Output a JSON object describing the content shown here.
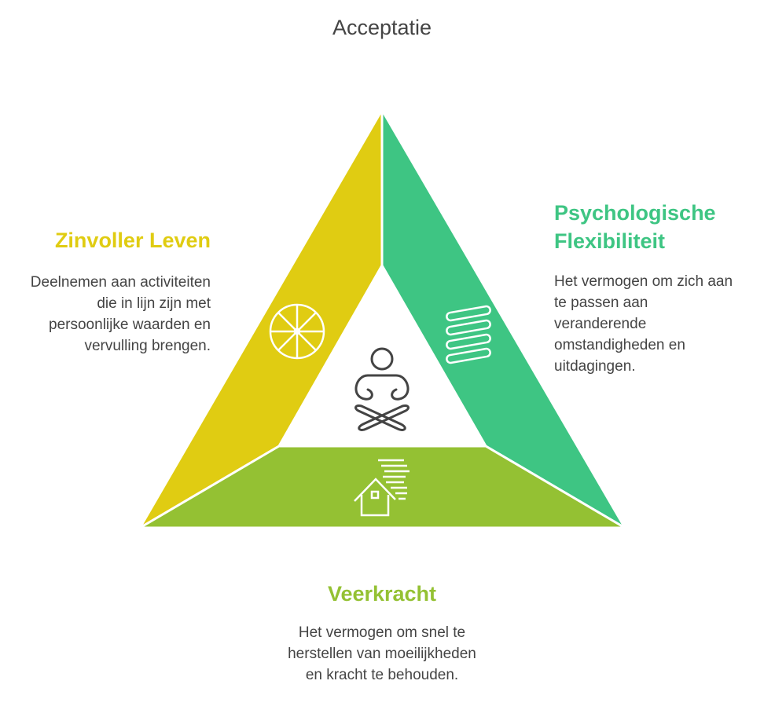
{
  "top_label": "Acceptatie",
  "left": {
    "title": "Zinvoller Leven",
    "description": "Deelnemen aan activiteiten die in lijn zijn met persoonlijke waarden en vervulling brengen.",
    "icon": "wheel-icon"
  },
  "right": {
    "title": "Psychologische Flexibiliteit",
    "description": "Het vermogen om zich aan te passen aan veranderende omstandigheden en uitdagingen.",
    "icon": "spring-icon"
  },
  "bottom": {
    "title": "Veerkracht",
    "description": "Het vermogen om snel te herstellen van moeilijkheden en kracht te behouden.",
    "icon": "house-storm-icon"
  },
  "center": {
    "icon": "meditation-icon"
  },
  "colors": {
    "yellow": "#E0CC12",
    "green": "#3EC583",
    "lime": "#94C133",
    "text": "#444444"
  }
}
